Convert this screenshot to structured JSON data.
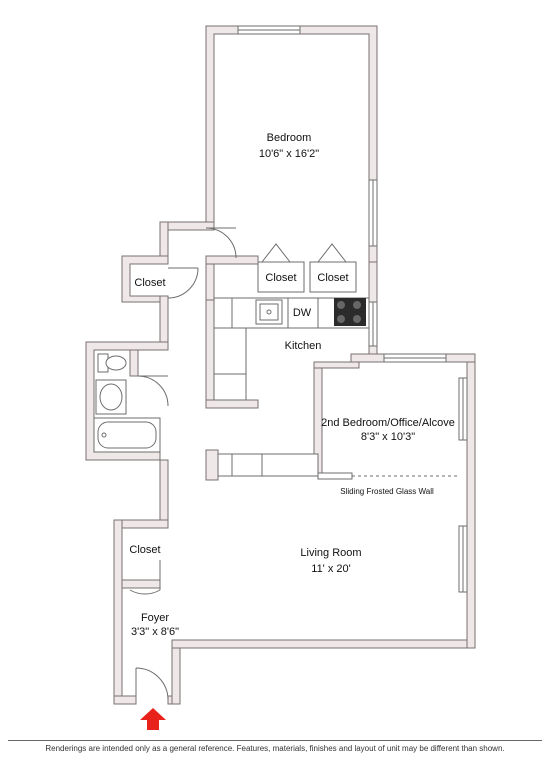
{
  "rooms": {
    "bedroom": {
      "name": "Bedroom",
      "dims": "10'6\" x 16'2\""
    },
    "closet_left": "Closet",
    "closet_bed_1": "Closet",
    "closet_bed_2": "Closet",
    "kitchen": "Kitchen",
    "dishwasher": "DW",
    "second_bedroom": {
      "name": "2nd Bedroom/Office/Alcove",
      "dims": "8'3\" x 10'3\""
    },
    "glass_wall": "Sliding Frosted Glass Wall",
    "living_room": {
      "name": "Living Room",
      "dims": "11' x 20'"
    },
    "closet_foyer": "Closet",
    "foyer": {
      "name": "Foyer",
      "dims": "3'3\" x 8'6\""
    }
  },
  "disclaimer": "Renderings are intended only as a general reference. Features, materials, finishes and layout of unit may be different than shown.",
  "colors": {
    "wall_fill": "#efe8e8",
    "wall_stroke": "#7a7070",
    "entry_arrow": "#e8221b"
  },
  "icons": [
    "entry-arrow-icon",
    "sink-icon",
    "stove-icon",
    "toilet-icon",
    "bathtub-icon"
  ]
}
